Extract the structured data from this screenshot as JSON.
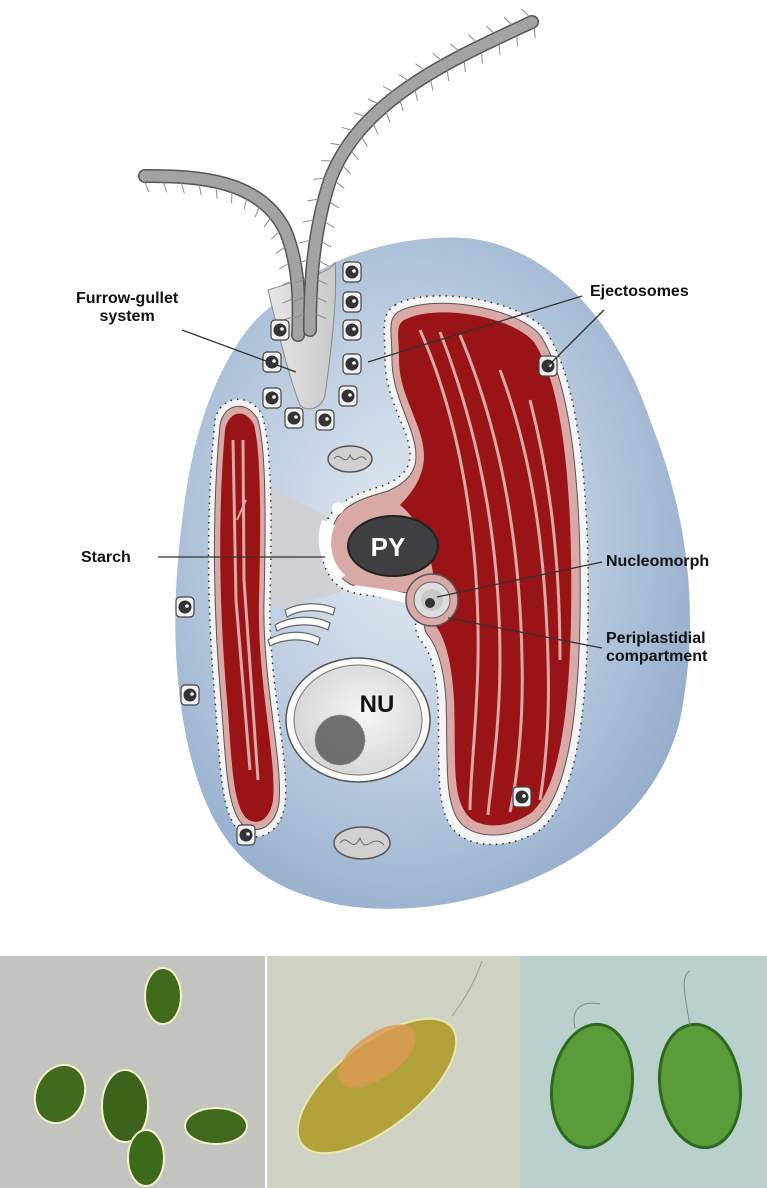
{
  "figure": {
    "type": "cell diagram with micrographs",
    "subject": "cryptophyte cell"
  },
  "labels": {
    "furrow_gullet": "Furrow-gullet\nsystem",
    "ejectosomes": "Ejectosomes",
    "starch": "Starch",
    "nucleomorph": "Nucleomorph",
    "periplastidial": "Periplastidial\ncompartment",
    "pyrenoid": "PY",
    "nucleus": "NU"
  },
  "structures": [
    "flagellum-short",
    "flagellum-long",
    "furrow-gullet",
    "ejectosome",
    "plastid-left",
    "plastid-right",
    "pyrenoid",
    "starch",
    "nucleomorph",
    "periplastidial-compartment",
    "nucleus",
    "nucleolus",
    "mitochondrion",
    "golgi"
  ],
  "colors": {
    "cytoplasm": "#9db5d3",
    "cytoplasm_light": "#d9e3ee",
    "plastid": "#9a1316",
    "plastid_membrane": "#d9a9a6",
    "pyrenoid": "#3f3f41",
    "nucleus": "#e8e8e8",
    "flagellum": "#9e9e9e"
  },
  "micrographs": [
    {
      "name": "group of green cells",
      "background": "#c2c3be"
    },
    {
      "name": "single yellow-green cell",
      "background": "#cfd2c2"
    },
    {
      "name": "two green cells",
      "background": "#b9cfcc"
    }
  ]
}
